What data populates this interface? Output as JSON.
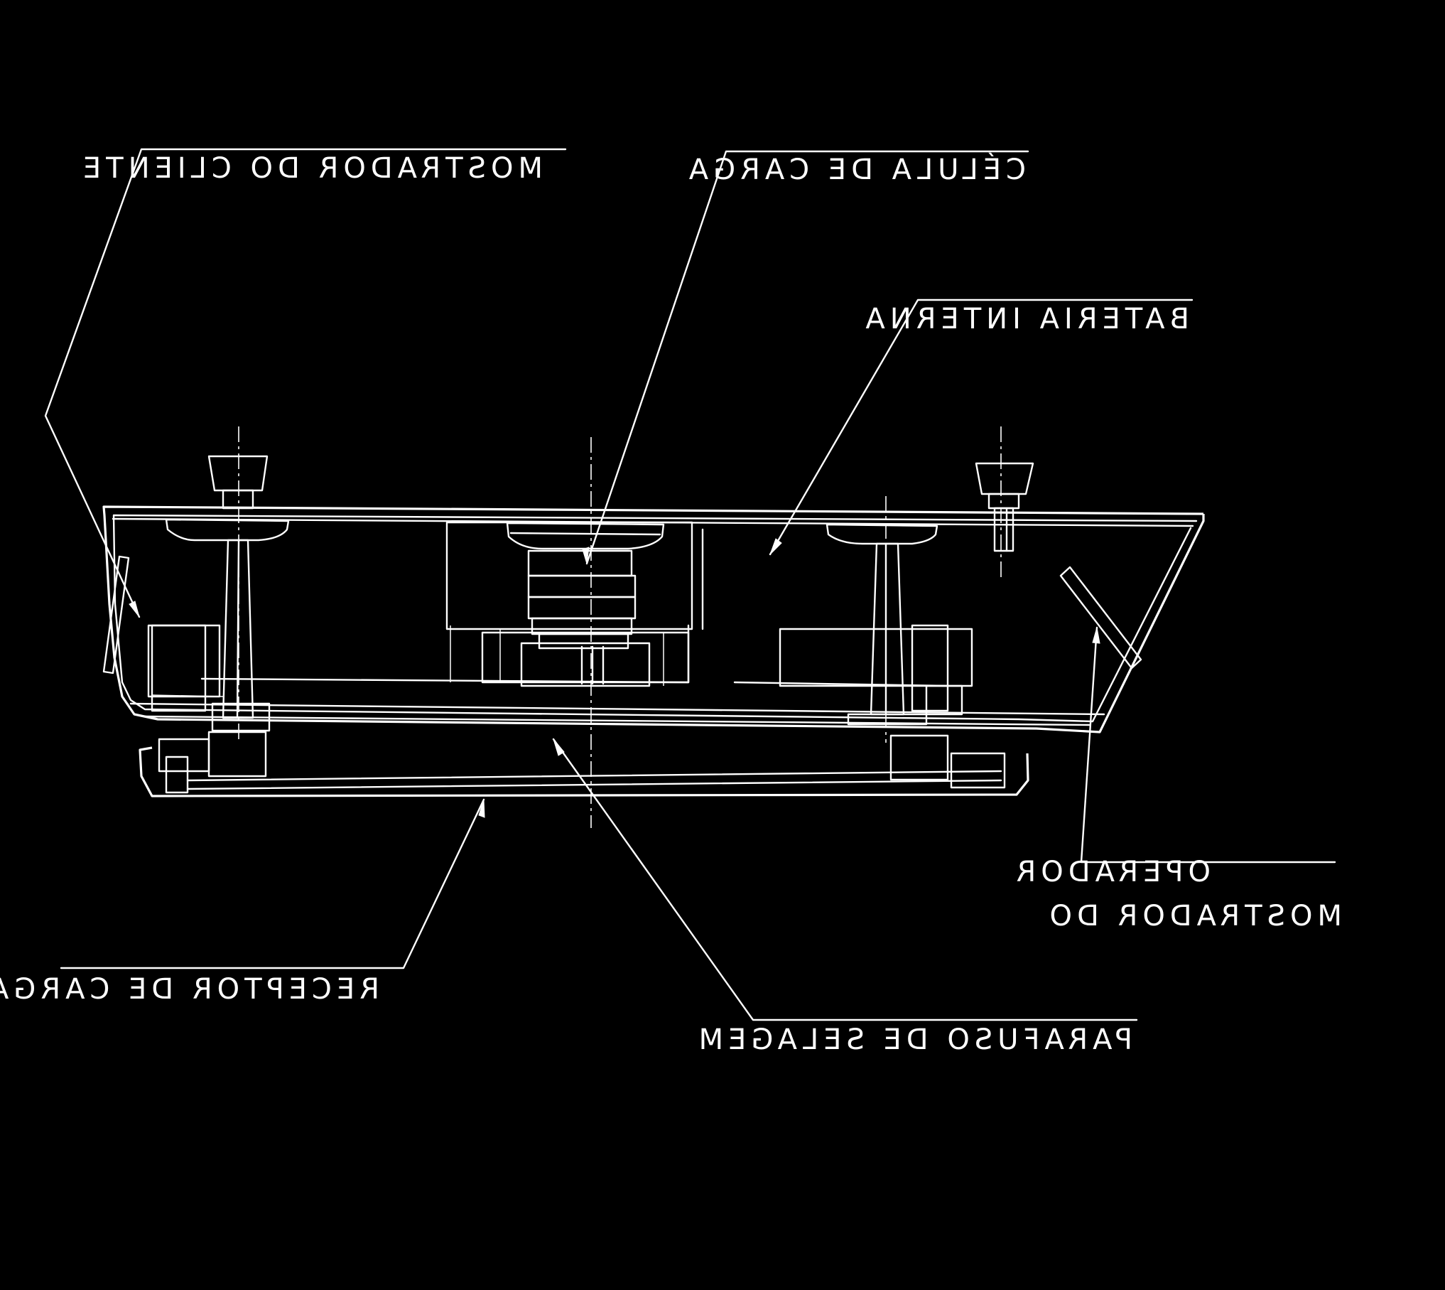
{
  "diagram": {
    "background_color": "#000000",
    "line_color": "#ffffff",
    "mirrored": true,
    "labels": {
      "customer_display": "MOSTRADOR DO CLIENTE",
      "load_cell": "CÉLULA DE CARGA",
      "internal_battery": "BATERIA INTERNA",
      "operator_display_line1": "MOSTRADOR DO",
      "operator_display_line2": "OPERADOR",
      "load_receiver": "RECEPTOR DE CARGA",
      "sealing_screw": "PARAFUSO DE SELAGEM"
    }
  }
}
